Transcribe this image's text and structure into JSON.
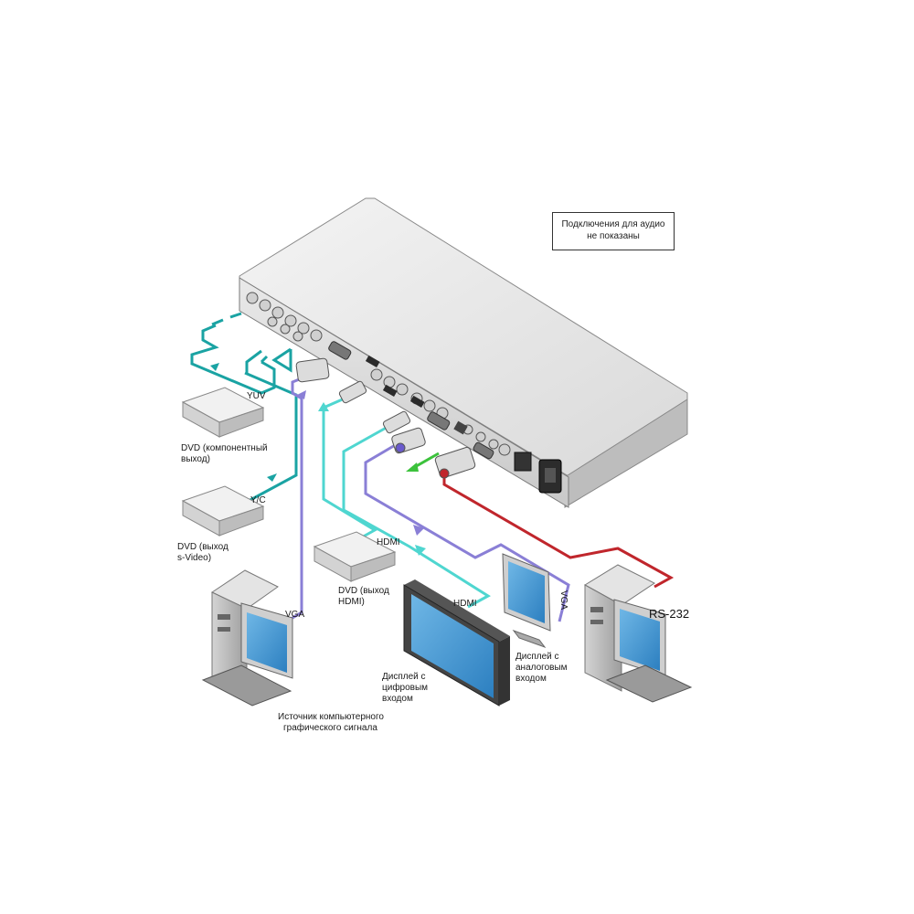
{
  "note": {
    "line1": "Подключения для аудио",
    "line2": "не показаны"
  },
  "labels": {
    "yuv": "YUV",
    "yc": "Y/C",
    "vga_source": "VGA",
    "hdmi_source": "HDMI",
    "hdmi_display": "HDMI",
    "vga_display": "VGA",
    "rs232": "RS-232"
  },
  "devices": {
    "dvd_component": {
      "line1": "DVD (компонентный",
      "line2": "выход)"
    },
    "dvd_svideo": {
      "line1": "DVD (выход",
      "line2": "s-Video)"
    },
    "dvd_hdmi": {
      "line1": "DVD (выход",
      "line2": "HDMI)"
    },
    "computer_source": {
      "line1": "Источник компьютерного",
      "line2": "графического сигнала"
    },
    "digital_display": {
      "line1": "Дисплей с",
      "line2": "цифровым",
      "line3": "входом"
    },
    "analog_display": {
      "line1": "Дисплей с",
      "line2": "аналоговым",
      "line3": "входом"
    }
  },
  "colors": {
    "component_cable": "#1aa3a3",
    "vga_cable": "#8a7fd6",
    "hdmi_cable": "#4fd6d0",
    "rs232_cable": "#c0262c",
    "output_arrow": "#3cc23c"
  }
}
